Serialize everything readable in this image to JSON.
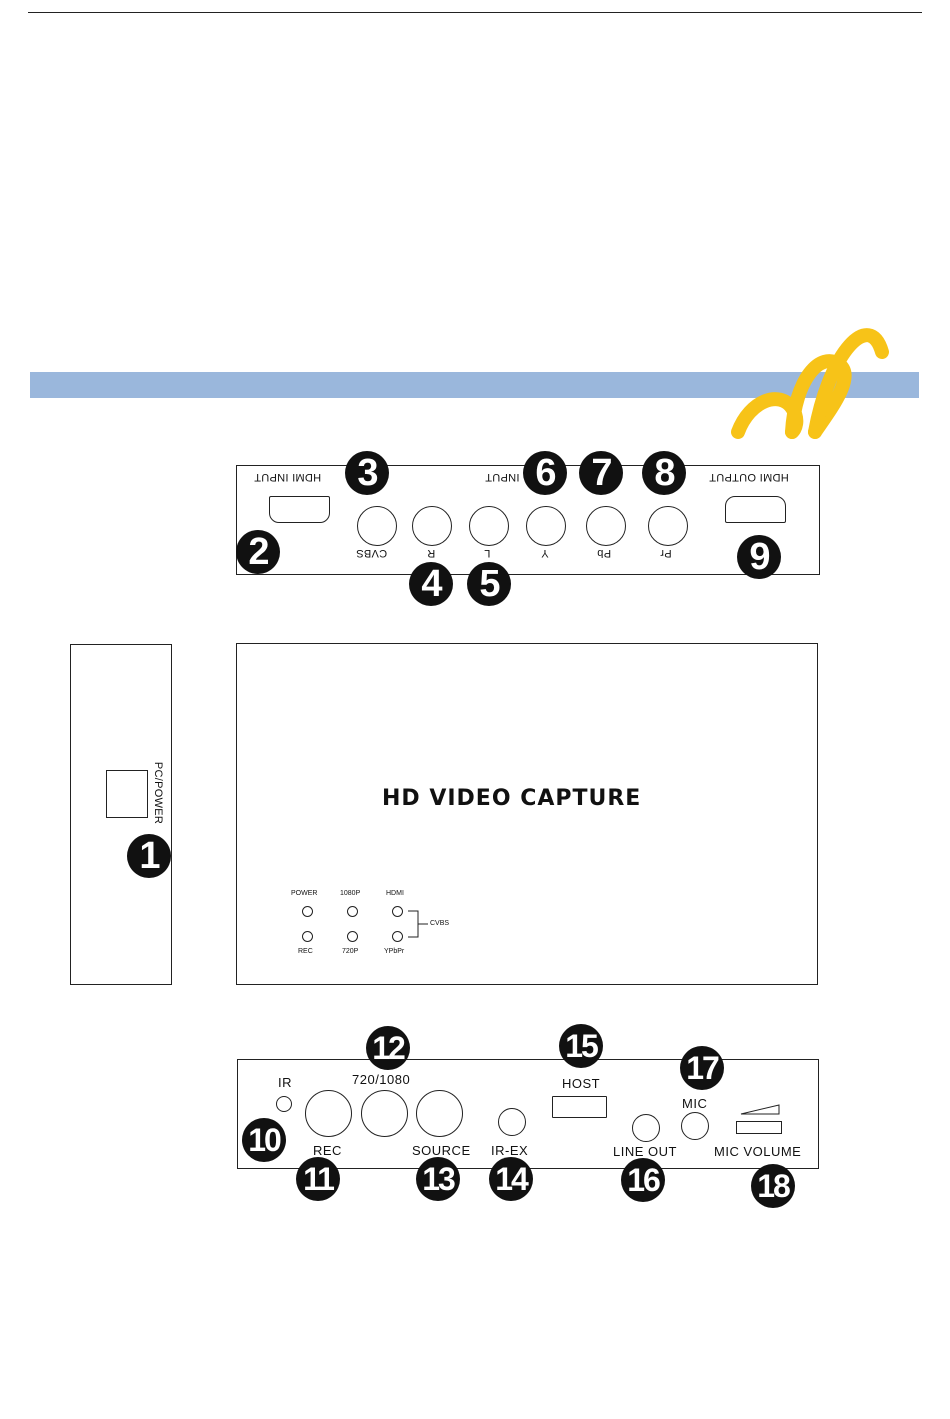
{
  "colors": {
    "band": "#9ab7dc",
    "watermark": "#f7c318",
    "badge": "#111111"
  },
  "rear_panel": {
    "hdmi_input": "HDMI INPUT",
    "ypbpr_input": "INPUT",
    "hdmi_output": "HDMI OUTPUT",
    "cvbs": "CVBS",
    "r": "R",
    "l": "L",
    "y": "Y",
    "pb": "Pb",
    "pr": "Pr"
  },
  "side_panel": {
    "port_label": "PC/POWER"
  },
  "front_panel": {
    "title": "HD VIDEO CAPTURE",
    "leds": {
      "power": "POWER",
      "p1080": "1080P",
      "hdmi": "HDMI",
      "rec": "REC",
      "p720": "720P",
      "ypbpr": "YPbPr",
      "cvbs": "CVBS"
    }
  },
  "bottom_panel": {
    "ir": "IR",
    "res": "720/1080",
    "rec": "REC",
    "source": "SOURCE",
    "irex": "IR-EX",
    "host": "HOST",
    "lineout": "LINE OUT",
    "mic": "MIC",
    "micvol": "MIC VOLUME"
  },
  "callouts": [
    "1",
    "2",
    "3",
    "4",
    "5",
    "6",
    "7",
    "8",
    "9",
    "10",
    "11",
    "12",
    "13",
    "14",
    "15",
    "16",
    "17",
    "18"
  ]
}
